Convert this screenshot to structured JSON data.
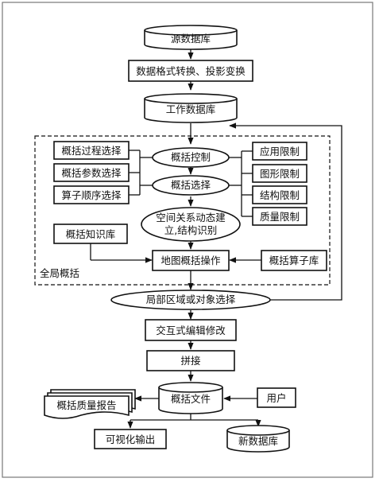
{
  "nodes": {
    "source_db": "源数据库",
    "format_convert": "数据格式转换、投影变换",
    "work_db": "工作数据库",
    "process_select": "概括过程选择",
    "param_select": "概括参数选择",
    "operator_order": "算子顺序选择",
    "gen_control": "概括控制",
    "gen_select": "概括选择",
    "spatial_line1": "空间关系动态建",
    "spatial_line2": "立,结构识别",
    "app_limit": "应用限制",
    "shape_limit": "图形限制",
    "struct_limit": "结构限制",
    "quality_limit": "质量限制",
    "knowledge_base": "概括知识库",
    "map_operation": "地图概括操作",
    "operator_base": "概括算子库",
    "global_label": "全局概括",
    "local_select": "局部区域或对象选择",
    "interactive_edit": "交互式编辑修改",
    "mosaic": "拼接",
    "quality_report": "概括质量报告",
    "gen_file": "概括文件",
    "user": "用户",
    "visual_output": "可视化输出",
    "new_db": "新数据库"
  }
}
